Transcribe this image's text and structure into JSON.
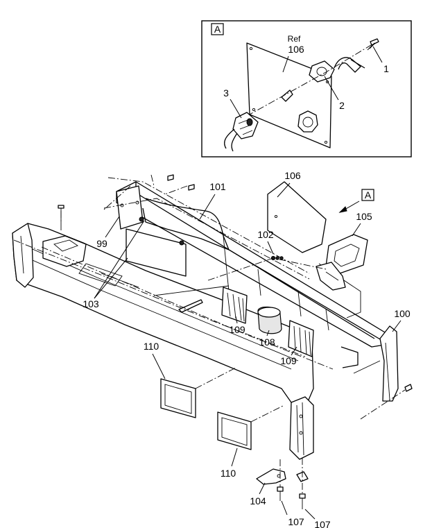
{
  "detail": {
    "view_letter": "A",
    "ref_text": "Ref",
    "callouts": [
      "106",
      "1",
      "2",
      "3"
    ]
  },
  "main": {
    "view_letter": "A",
    "callouts": [
      "101",
      "106",
      "99",
      "102",
      "105",
      "103",
      "109",
      "108",
      "100",
      "109",
      "110",
      "110",
      "104",
      "107",
      "107"
    ]
  }
}
